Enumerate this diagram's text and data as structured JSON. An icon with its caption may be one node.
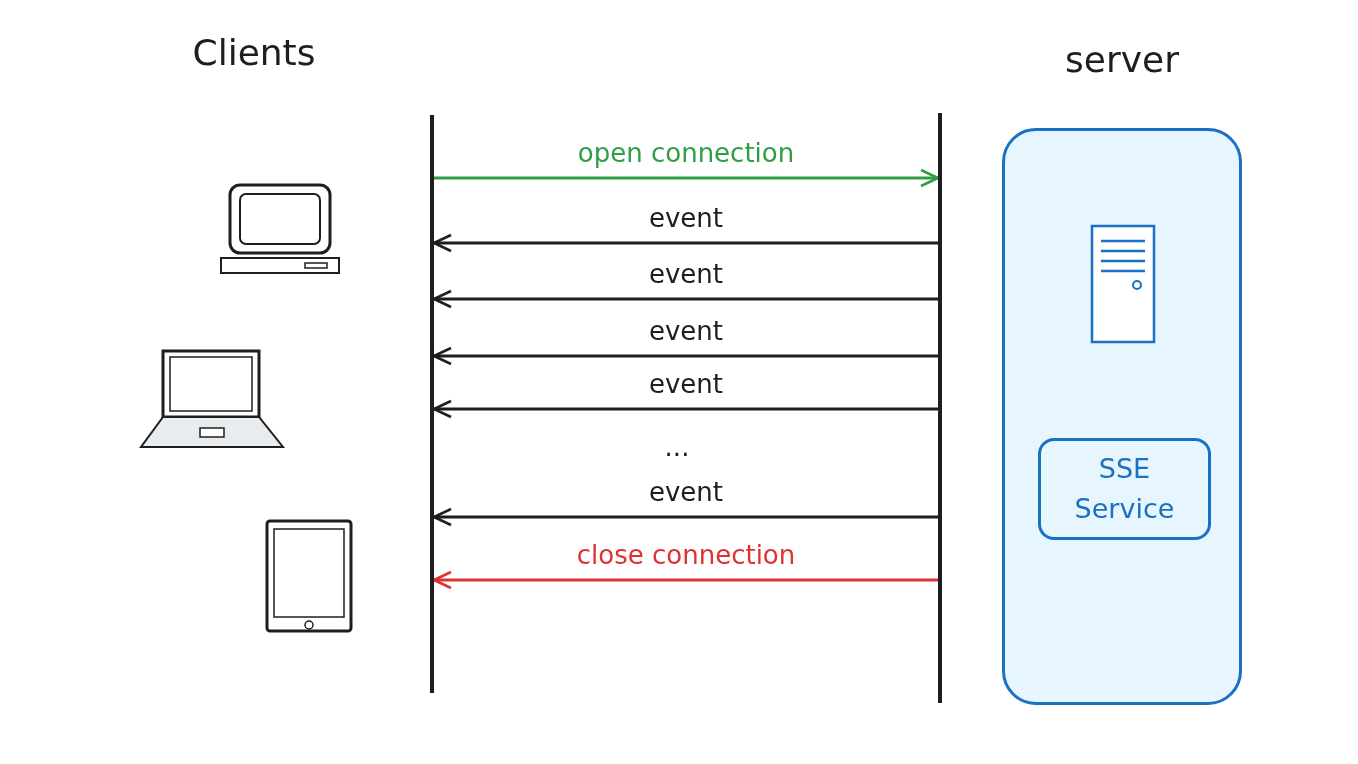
{
  "diagram": {
    "nodes": [
      {
        "text": [],
        "shape": "bar"
      },
      {
        "text": [],
        "shape": "bar"
      },
      {
        "text": [
          "server"
        ]
      },
      {
        "text": [
          "SSE Service"
        ],
        "in": 2
      }
    ],
    "edges": [
      {
        "from": 0,
        "to": 1,
        "arrow": "to",
        "label": "open connection",
        "color": "#2f9e44"
      },
      {
        "from": 1,
        "to": 0,
        "arrow": "to",
        "label": "event"
      },
      {
        "from": 1,
        "to": 0,
        "arrow": "to",
        "label": "event"
      },
      {
        "from": 1,
        "to": 0,
        "arrow": "to",
        "label": "event"
      },
      {
        "from": 1,
        "to": 0,
        "arrow": "to",
        "label": "event"
      },
      {
        "from": 1,
        "to": 0,
        "arrow": "to",
        "label": "event"
      },
      {
        "from": 1,
        "to": 0,
        "arrow": "to",
        "label": "close connection",
        "color": "#e03131"
      }
    ],
    "labels": [
      "Clients",
      "..."
    ]
  }
}
